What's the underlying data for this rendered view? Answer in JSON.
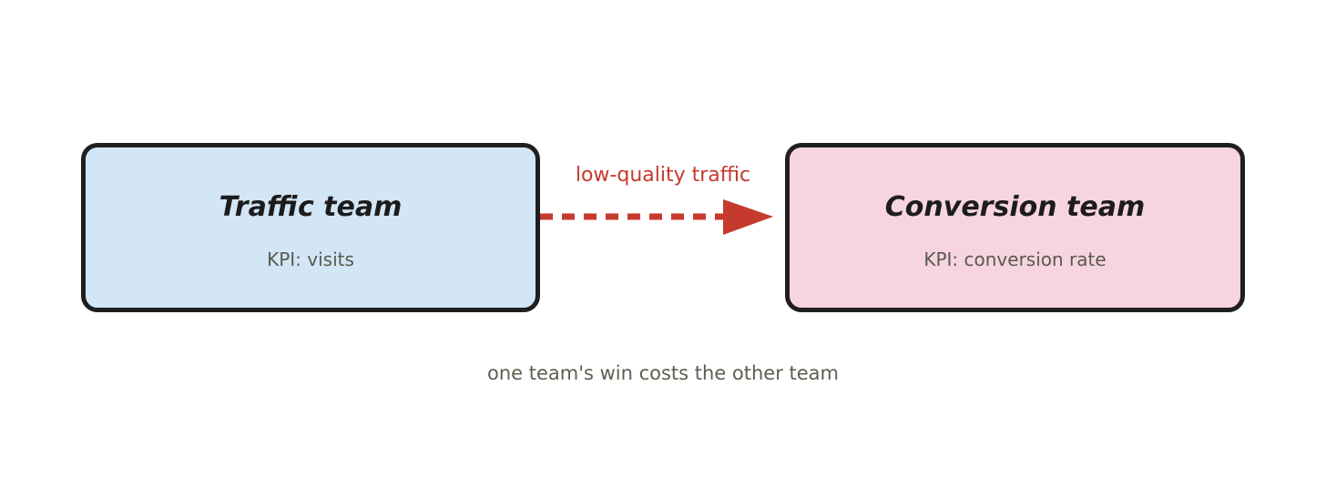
{
  "colors": {
    "traffic_fill": "#d2e6f6",
    "conversion_fill": "#f6d4e2",
    "arrow": "#c63a2e",
    "border": "#1f1f1f",
    "muted_text": "#5e5e50"
  },
  "nodes": [
    {
      "title": "Traffic team",
      "kpi": "KPI: visits"
    },
    {
      "title": "Conversion team",
      "kpi": "KPI: conversion rate"
    }
  ],
  "edge": {
    "from": "Traffic team",
    "to": "Conversion team",
    "label": "low-quality traffic",
    "style": "dashed"
  },
  "footnote": "one team's win costs the other team"
}
